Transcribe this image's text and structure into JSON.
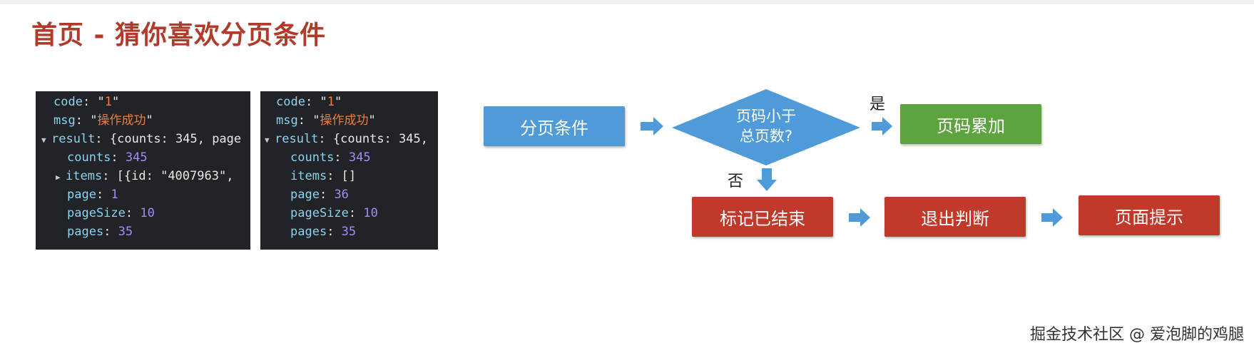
{
  "title": "首页 - 猜你喜欢分页条件",
  "panel1": {
    "code_key": "code",
    "code_val": "1",
    "msg_key": "msg",
    "msg_val": "操作成功",
    "result_key": "result",
    "result_preview": "{counts: 345, page",
    "counts_key": "counts",
    "counts_val": "345",
    "items_key": "items",
    "items_val": "[{id: \"4007963\",",
    "page_key": "page",
    "page_val": "1",
    "pageSize_key": "pageSize",
    "pageSize_val": "10",
    "pages_key": "pages",
    "pages_val": "35"
  },
  "panel2": {
    "code_key": "code",
    "code_val": "1",
    "msg_key": "msg",
    "msg_val": "操作成功",
    "result_key": "result",
    "result_preview": "{counts: 345,",
    "counts_key": "counts",
    "counts_val": "345",
    "items_key": "items",
    "items_val": "[]",
    "page_key": "page",
    "page_val": "36",
    "pageSize_key": "pageSize",
    "pageSize_val": "10",
    "pages_key": "pages",
    "pages_val": "35"
  },
  "flow": {
    "start": "分页条件",
    "decision_line1": "页码小于",
    "decision_line2": "总页数?",
    "yes_label": "是",
    "no_label": "否",
    "yes_box": "页码累加",
    "end1": "标记已结束",
    "end2": "退出判断",
    "end3": "页面提示"
  },
  "colors": {
    "title": "#b23a2a",
    "blue": "#4f9bd9",
    "green": "#5da33e",
    "red": "#c0392b"
  },
  "watermark": "掘金技术社区 @ 爱泡脚的鸡腿"
}
